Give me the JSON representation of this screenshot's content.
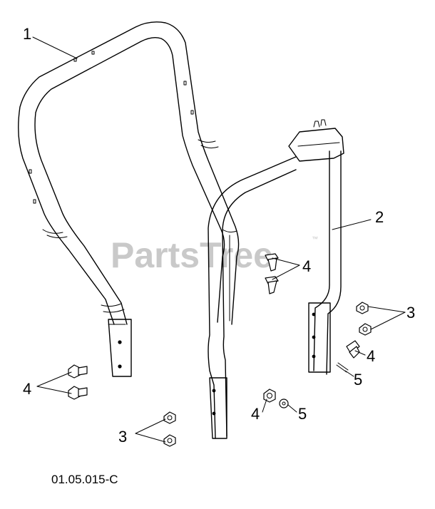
{
  "watermark": {
    "text": "PartsTree",
    "trademark": "™"
  },
  "drawing_code": "01.05.015-C",
  "callouts": [
    {
      "id": "c1",
      "label": "1"
    },
    {
      "id": "c2",
      "label": "2"
    },
    {
      "id": "c4a",
      "label": "4"
    },
    {
      "id": "c3a",
      "label": "3"
    },
    {
      "id": "c4b",
      "label": "4"
    },
    {
      "id": "c5a",
      "label": "5"
    },
    {
      "id": "c4c",
      "label": "4"
    },
    {
      "id": "c3b",
      "label": "3"
    },
    {
      "id": "c4d",
      "label": "4"
    },
    {
      "id": "c5b",
      "label": "5"
    }
  ]
}
